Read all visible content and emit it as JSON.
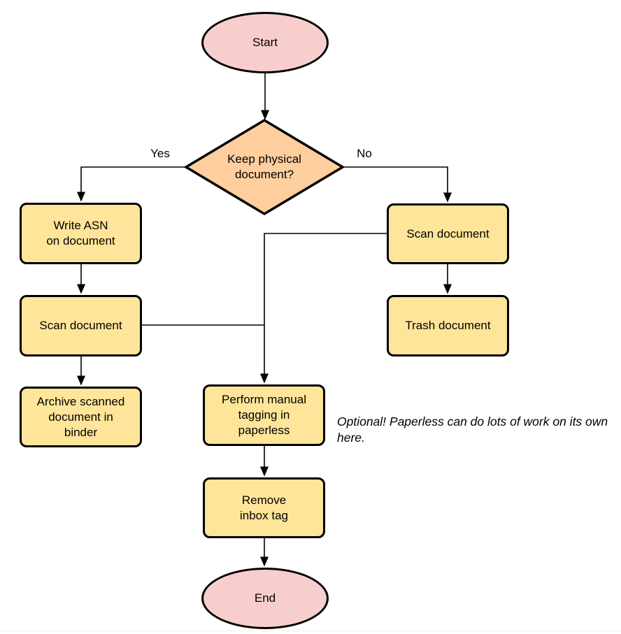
{
  "diagram": {
    "nodes": {
      "start": {
        "label": "Start",
        "shape": "terminator"
      },
      "decision": {
        "label": "Keep physical\ndocument?",
        "shape": "decision"
      },
      "write_asn": {
        "label": "Write ASN\non document",
        "shape": "process"
      },
      "scan_left": {
        "label": "Scan document",
        "shape": "process"
      },
      "archive": {
        "label": "Archive scanned\ndocument in\nbinder",
        "shape": "process"
      },
      "scan_right": {
        "label": "Scan document",
        "shape": "process"
      },
      "trash": {
        "label": "Trash document",
        "shape": "process"
      },
      "tagging": {
        "label": "Perform manual\ntagging in\npaperless",
        "shape": "process"
      },
      "remove_inbox": {
        "label": "Remove\ninbox tag",
        "shape": "process"
      },
      "end": {
        "label": "End",
        "shape": "terminator"
      }
    },
    "edge_labels": {
      "yes": "Yes",
      "no": "No"
    },
    "note": "Optional! Paperless can do lots of work on its own here.",
    "colors": {
      "terminator-fill": "#f8cecc",
      "decision-fill": "#ffce9e",
      "process-fill": "#ffe599",
      "stroke": "#000000",
      "background": "#ffffff"
    }
  }
}
